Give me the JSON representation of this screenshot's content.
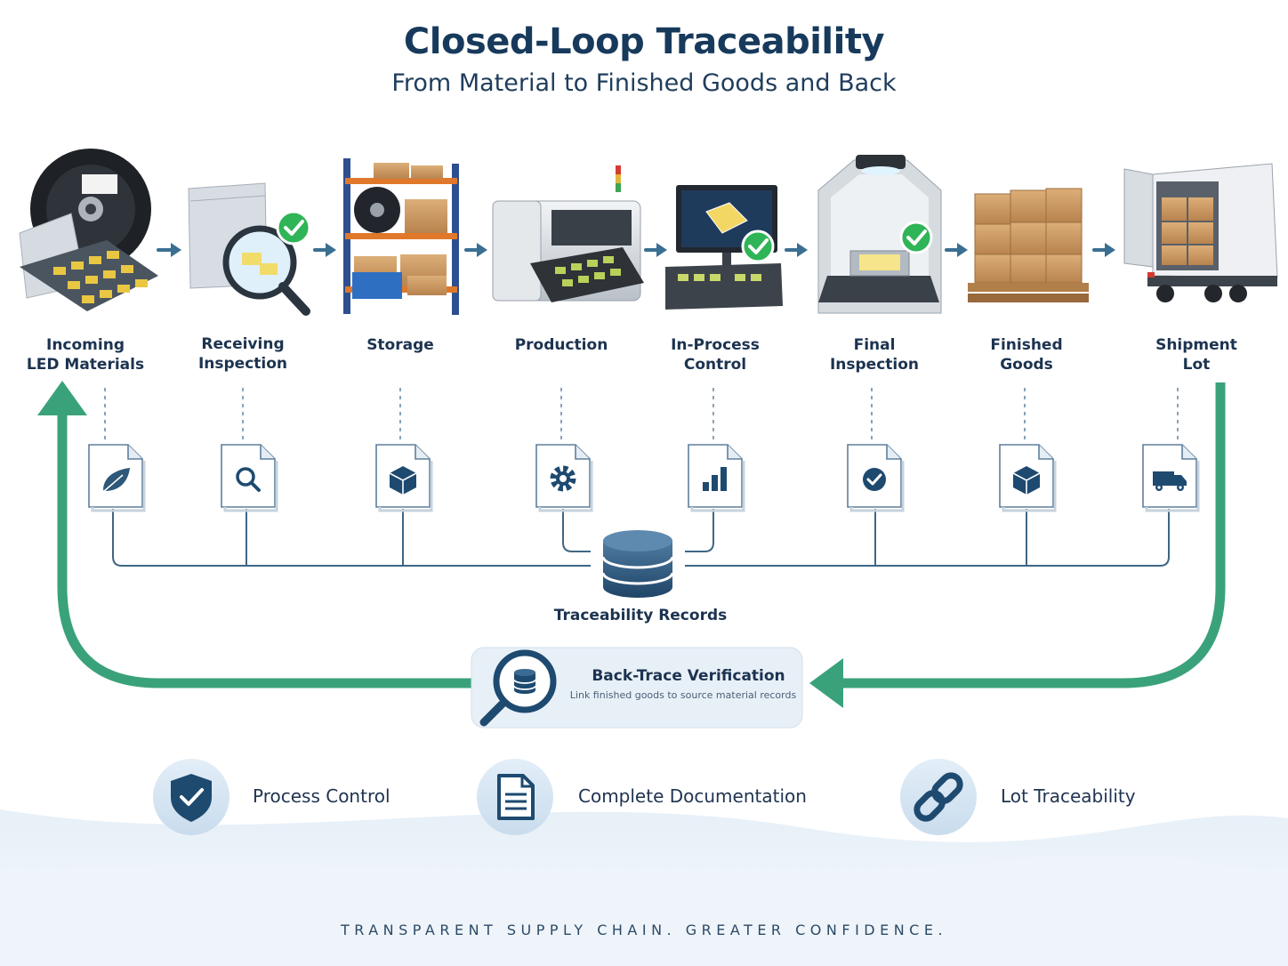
{
  "title": "Closed-Loop Traceability",
  "subtitle": "From Material to Finished Goods and Back",
  "stages": [
    {
      "line1": "Incoming",
      "line2": "LED Materials",
      "doc_icon": "leaf-icon",
      "checked": false
    },
    {
      "line1": "Receiving",
      "line2": "Inspection",
      "doc_icon": "magnifier-icon",
      "checked": true
    },
    {
      "line1": "Storage",
      "line2": "",
      "doc_icon": "cube-icon",
      "checked": false
    },
    {
      "line1": "Production",
      "line2": "",
      "doc_icon": "gear-icon",
      "checked": false
    },
    {
      "line1": "In-Process",
      "line2": "Control",
      "doc_icon": "bar-chart-icon",
      "checked": true
    },
    {
      "line1": "Final",
      "line2": "Inspection",
      "doc_icon": "check-circle-icon",
      "checked": true
    },
    {
      "line1": "Finished",
      "line2": "Goods",
      "doc_icon": "cube-icon",
      "checked": false
    },
    {
      "line1": "Shipment",
      "line2": "Lot",
      "doc_icon": "truck-icon",
      "checked": false
    }
  ],
  "records": {
    "label": "Traceability Records",
    "icon": "database-icon"
  },
  "back_trace": {
    "title": "Back-Trace Verification",
    "subtitle": "Link finished goods to source material records",
    "icon": "database-search-icon"
  },
  "features": [
    {
      "label": "Process Control",
      "icon": "shield-check-icon"
    },
    {
      "label": "Complete Documentation",
      "icon": "document-icon"
    },
    {
      "label": "Lot Traceability",
      "icon": "chain-link-icon"
    }
  ],
  "tagline": "TRANSPARENT SUPPLY CHAIN. GREATER CONFIDENCE.",
  "colors": {
    "navy": "#173a5c",
    "loop_green": "#3aa27a",
    "check_green": "#2fb457",
    "line_blue": "#3f6684",
    "arrow_blue": "#3b6f92",
    "icon_navy": "#1e4a70"
  }
}
